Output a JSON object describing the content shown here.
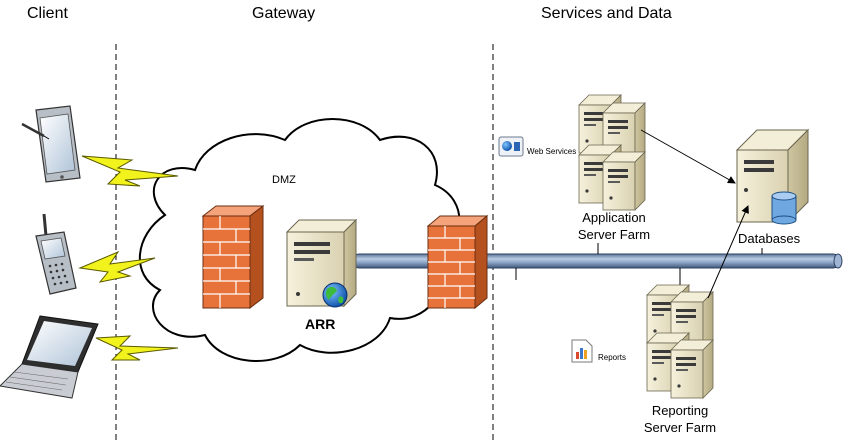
{
  "headers": {
    "client": "Client",
    "gateway": "Gateway",
    "services": "Services and Data"
  },
  "labels": {
    "dmz": "DMZ",
    "arr": "ARR",
    "app_farm_line1": "Application",
    "app_farm_line2": "Server Farm",
    "databases": "Databases",
    "reporting_line1": "Reporting",
    "reporting_line2": "Server Farm",
    "web_services": "Web Services",
    "reports": "Reports"
  },
  "icons": [
    "tablet-icon",
    "mobile-phone-icon",
    "laptop-icon",
    "firewall-icon",
    "server-icon",
    "globe-icon",
    "database-server-icon",
    "web-services-icon",
    "reports-icon",
    "lightning-link-icon",
    "cloud-icon"
  ],
  "colors": {
    "firewall": "#E8733A",
    "lightning": "#F2F21C",
    "backbone": "#8EA7C8",
    "server_body": "#E9E3C8"
  }
}
